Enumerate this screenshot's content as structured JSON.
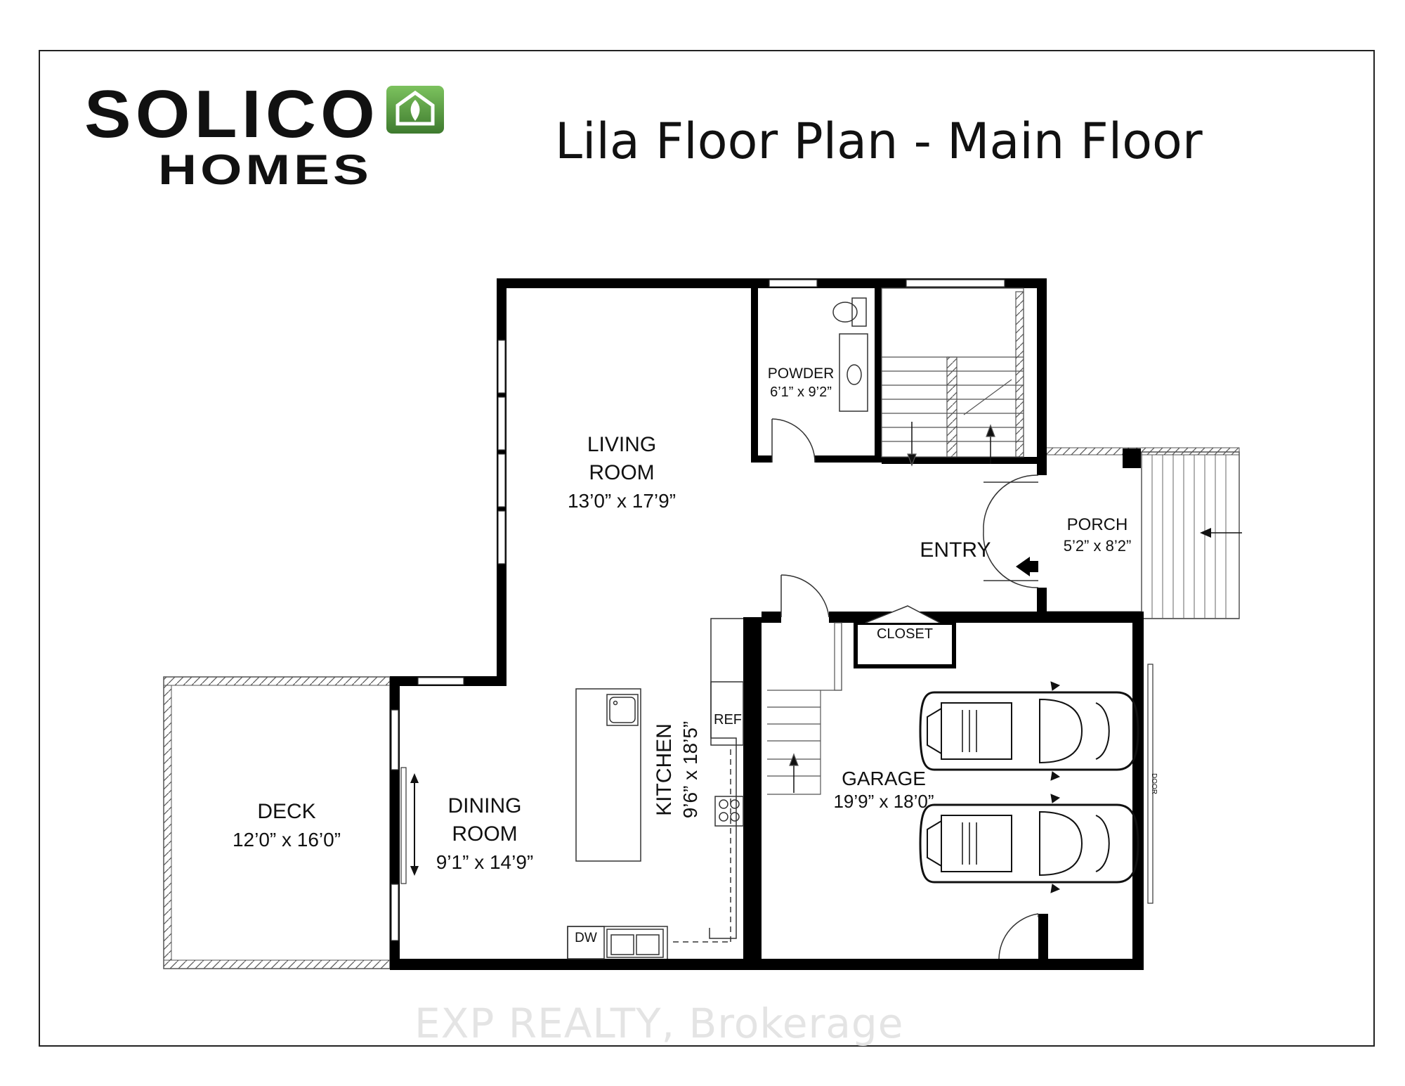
{
  "logo": {
    "wordmark": "SOLICO",
    "subtitle": "HOMES",
    "colors": {
      "gray": "#9a9a9a",
      "dark_gray": "#6e6e6e",
      "green": "#4e8f3c"
    },
    "icon": "house-leaf-icon"
  },
  "title": "Lila Floor Plan - Main Floor",
  "rooms": {
    "living": {
      "name_line1": "LIVING",
      "name_line2": "ROOM",
      "dims": "13’0” x 17’9”"
    },
    "powder": {
      "name": "POWDER",
      "dims": "6’1” x 9’2”"
    },
    "entry": {
      "name": "ENTRY"
    },
    "porch": {
      "name": "PORCH",
      "dims": "5’2” x 8’2”"
    },
    "closet": {
      "name": "CLOSET"
    },
    "dining": {
      "name_line1": "DINING",
      "name_line2": "ROOM",
      "dims": "9’1” x 14’9”"
    },
    "kitchen": {
      "name": "KITCHEN",
      "dims": "9’6” x 18’5”"
    },
    "garage": {
      "name": "GARAGE",
      "dims": "19’9” x 18’0”"
    },
    "deck": {
      "name": "DECK",
      "dims": "12’0” x 16’0”"
    }
  },
  "fixtures": {
    "ref": "REF",
    "dw": "DW",
    "garage_door": "DOOR"
  },
  "watermark": "EXP REALTY, Brokerage",
  "colors": {
    "wall": "#000000",
    "line": "#444444",
    "background": "#ffffff"
  }
}
